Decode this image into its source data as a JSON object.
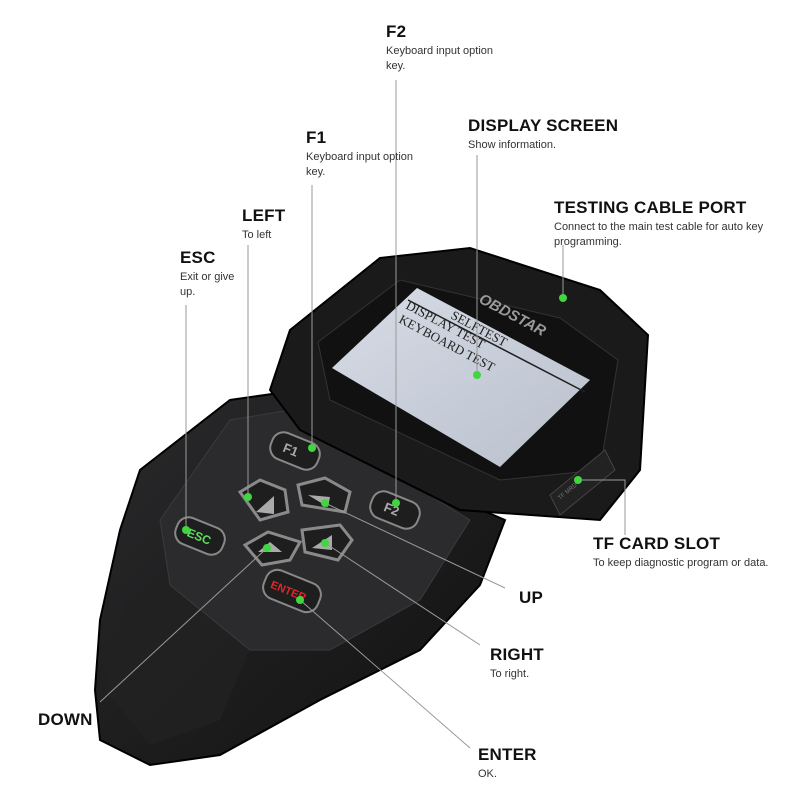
{
  "device": {
    "brand": "OBDSTAR",
    "screen_lines": [
      "SELFTEST",
      "DISPLAY TEST",
      "KEYBOARD TEST"
    ],
    "buttons": {
      "f1": "F1",
      "f2": "F2",
      "esc": "ESC",
      "enter": "ENTER"
    },
    "slot_marking": "TF  MRD"
  },
  "callouts": {
    "f2": {
      "title": "F2",
      "desc": "Keyboard input option key."
    },
    "f1": {
      "title": "F1",
      "desc": "Keyboard input option key."
    },
    "display": {
      "title": "DISPLAY SCREEN",
      "desc": "Show information."
    },
    "cable": {
      "title": "TESTING CABLE PORT",
      "desc": "Connect to the main test cable for auto key programming."
    },
    "left": {
      "title": "LEFT",
      "desc": "To left"
    },
    "esc": {
      "title": "ESC",
      "desc": "Exit or give up."
    },
    "tf": {
      "title": "TF CARD SLOT",
      "desc": "To keep diagnostic program or data."
    },
    "up": {
      "title": "UP"
    },
    "right": {
      "title": "RIGHT",
      "desc": "To right."
    },
    "down": {
      "title": "DOWN"
    },
    "enter": {
      "title": "ENTER",
      "desc": "OK."
    }
  },
  "colors": {
    "dot": "#3fd63f",
    "esc_text": "#5ee05e",
    "enter_text": "#e0262a",
    "lcd": "#c9d0dc",
    "body": "#1c1c1e"
  }
}
